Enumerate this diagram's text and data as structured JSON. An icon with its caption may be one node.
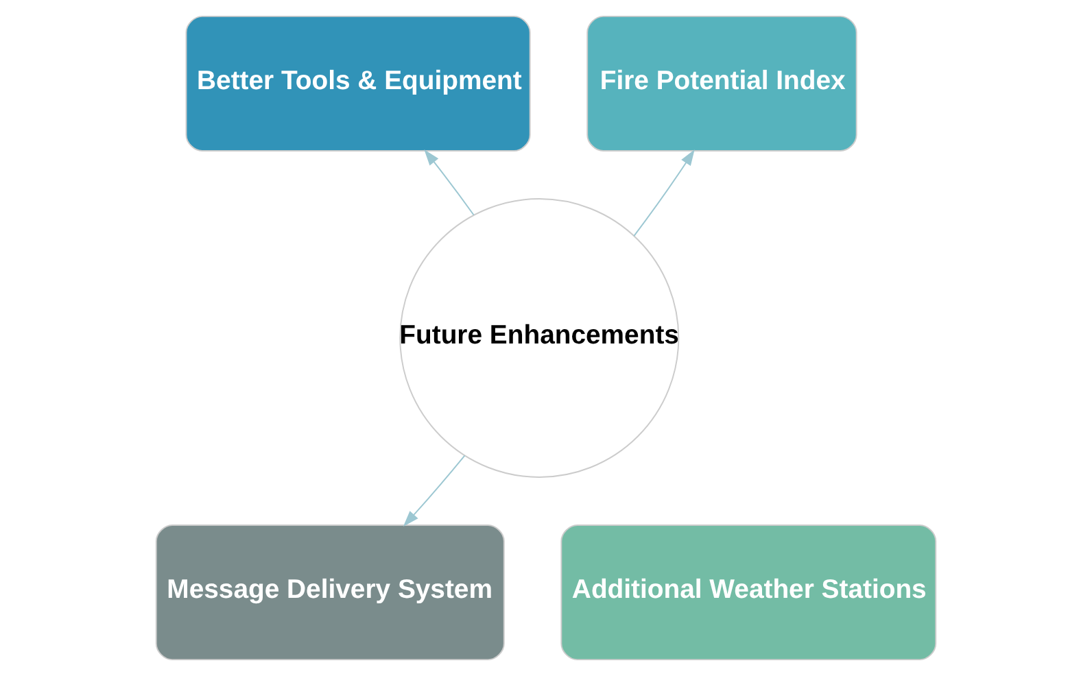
{
  "diagram": {
    "nodes": [
      {
        "text": [
          "Better Tools & Equipment"
        ]
      },
      {
        "text": [
          "Fire Potential Index"
        ]
      },
      {
        "text": [
          "Future Enhancements"
        ]
      },
      {
        "text": [
          "Message Delivery System"
        ]
      },
      {
        "text": [
          "Additional Weather Stations"
        ]
      }
    ],
    "edges": [
      {
        "from": 2,
        "to": 0,
        "arrow": "to"
      },
      {
        "from": 2,
        "to": 1,
        "arrow": "to"
      },
      {
        "from": 2,
        "to": 3,
        "arrow": "to"
      }
    ]
  }
}
